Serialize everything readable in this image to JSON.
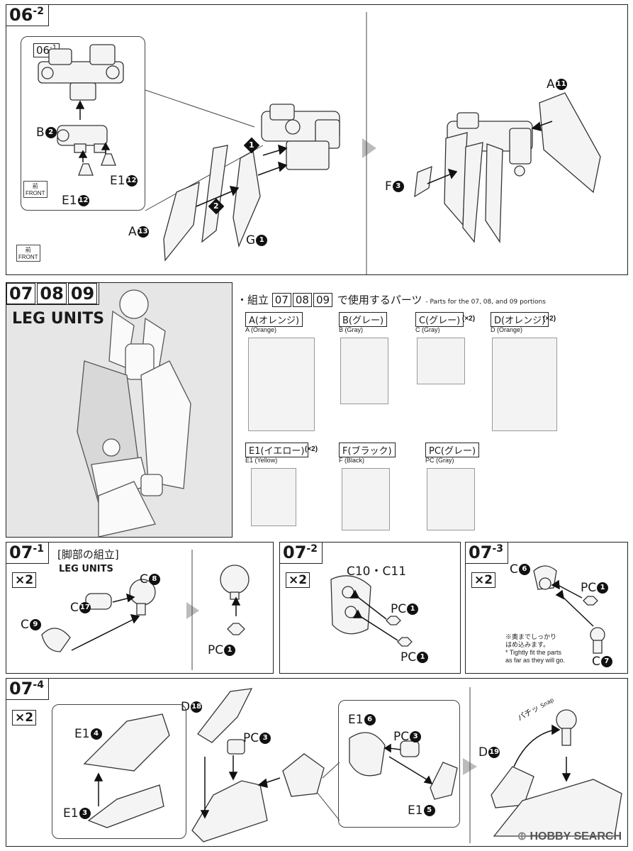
{
  "step_06_2": {
    "header": "06",
    "header_sub": "-2",
    "inset_header": "06",
    "inset_header_sub": "-1",
    "labels": {
      "b2": "B",
      "b2_num": "2",
      "e1_12a": "E1",
      "e1_12a_num": "12",
      "e1_12b": "E1",
      "e1_12b_num": "12",
      "a13": "A",
      "a13_num": "13",
      "g1": "G",
      "g1_num": "1",
      "a11": "A",
      "a11_num": "11",
      "f3": "F",
      "f3_num": "3"
    },
    "step1": "1",
    "step2": "2",
    "front_jp": "前",
    "front_en": "FRONT"
  },
  "section_07_09": {
    "nums": [
      "07",
      "08",
      "09"
    ],
    "title": "LEG UNITS",
    "parts_heading_jp_pre": "・組立",
    "parts_heading_jp_post": "で使用するパーツ",
    "parts_heading_en": "- Parts for the 07, 08, and 09 portions",
    "runners": [
      {
        "title": "A(オレンジ)",
        "sub": "A (Orange)",
        "mult": ""
      },
      {
        "title": "B(グレー)",
        "sub": "B (Gray)",
        "mult": ""
      },
      {
        "title": "C(グレー)",
        "sub": "C (Gray)",
        "mult": "(×2)"
      },
      {
        "title": "D(オレンジ)",
        "sub": "D (Orange)",
        "mult": "(×2)"
      },
      {
        "title": "E1(イエロー)",
        "sub": "E1 (Yellow)",
        "mult": "(×2)"
      },
      {
        "title": "F(ブラック)",
        "sub": "F (Black)",
        "mult": ""
      },
      {
        "title": "PC(グレー)",
        "sub": "PC (Gray)",
        "mult": ""
      }
    ]
  },
  "step_07_1": {
    "header": "07",
    "header_sub": "-1",
    "title_jp": "[脚部の組立]",
    "title_en": "LEG UNITS",
    "mult": "×2",
    "labels": {
      "c8": "C",
      "c8_num": "8",
      "c17": "C",
      "c17_num": "17",
      "c9": "C",
      "c9_num": "9",
      "pc1": "PC",
      "pc1_num": "1"
    }
  },
  "step_07_2": {
    "header": "07",
    "header_sub": "-2",
    "mult": "×2",
    "top_label": "C10・C11",
    "c10_num": "10",
    "c11_num": "11",
    "labels": {
      "pc1a": "PC",
      "pc1b": "PC",
      "num": "1"
    }
  },
  "step_07_3": {
    "header": "07",
    "header_sub": "-3",
    "mult": "×2",
    "labels": {
      "c6": "C",
      "c6_num": "6",
      "pc1": "PC",
      "pc1_num": "1",
      "c7": "C",
      "c7_num": "7"
    },
    "note_jp_1": "※奥までしっかり",
    "note_jp_2": "はめ込みます。",
    "note_en_1": "* Tightly fit the parts",
    "note_en_2": "as far as they will go."
  },
  "step_07_4": {
    "header": "07",
    "header_sub": "-4",
    "mult": "×2",
    "labels": {
      "e1_4": "E1",
      "e1_4_num": "4",
      "e1_3": "E1",
      "e1_3_num": "3",
      "d18": "D",
      "d18_num": "18",
      "pc3a": "PC",
      "pc3a_num": "3",
      "e1_6": "E1",
      "e1_6_num": "6",
      "pc3b": "PC",
      "pc3b_num": "3",
      "e1_5": "E1",
      "e1_5_num": "5",
      "d19": "D",
      "d19_num": "19"
    },
    "snap_jp": "パチッ",
    "snap_en": "Snap"
  },
  "watermark": "HOBBY SEARCH"
}
